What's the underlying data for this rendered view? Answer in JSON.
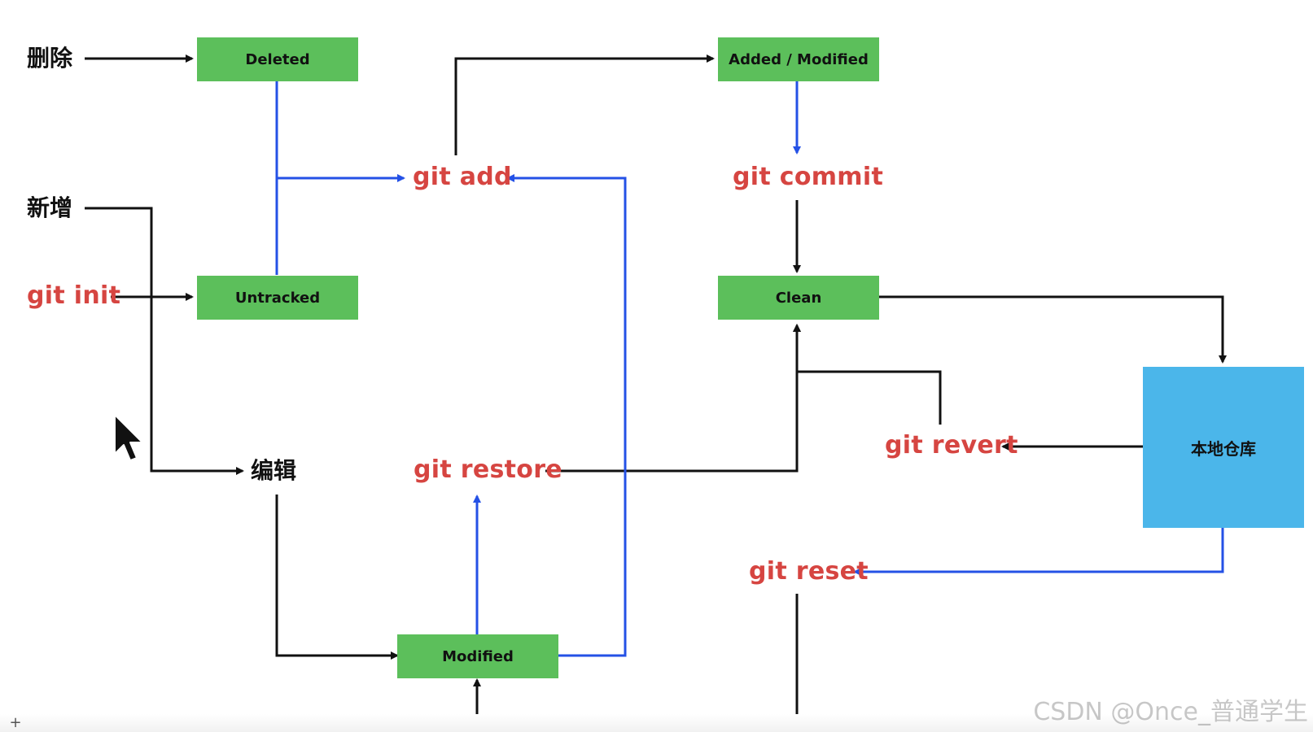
{
  "colors": {
    "state_box": "#5cbf5b",
    "repo_box": "#4bb6ea",
    "command_text": "#d64541",
    "arrow_black": "#111111",
    "arrow_blue": "#2451e6"
  },
  "labels": {
    "delete_cn": "删除",
    "add_new_cn": "新增",
    "edit_cn": "编辑"
  },
  "commands": {
    "git_init": "git init",
    "git_add": "git add",
    "git_commit": "git commit",
    "git_restore": "git restore",
    "git_revert": "git revert",
    "git_reset": "git reset"
  },
  "states": {
    "deleted": "Deleted",
    "untracked": "Untracked",
    "added_modified": "Added / Modified",
    "clean": "Clean",
    "modified": "Modified",
    "local_repo": "本地仓库"
  },
  "watermark": "CSDN @Once_普通学生",
  "ui": {
    "plus_icon": "+"
  }
}
